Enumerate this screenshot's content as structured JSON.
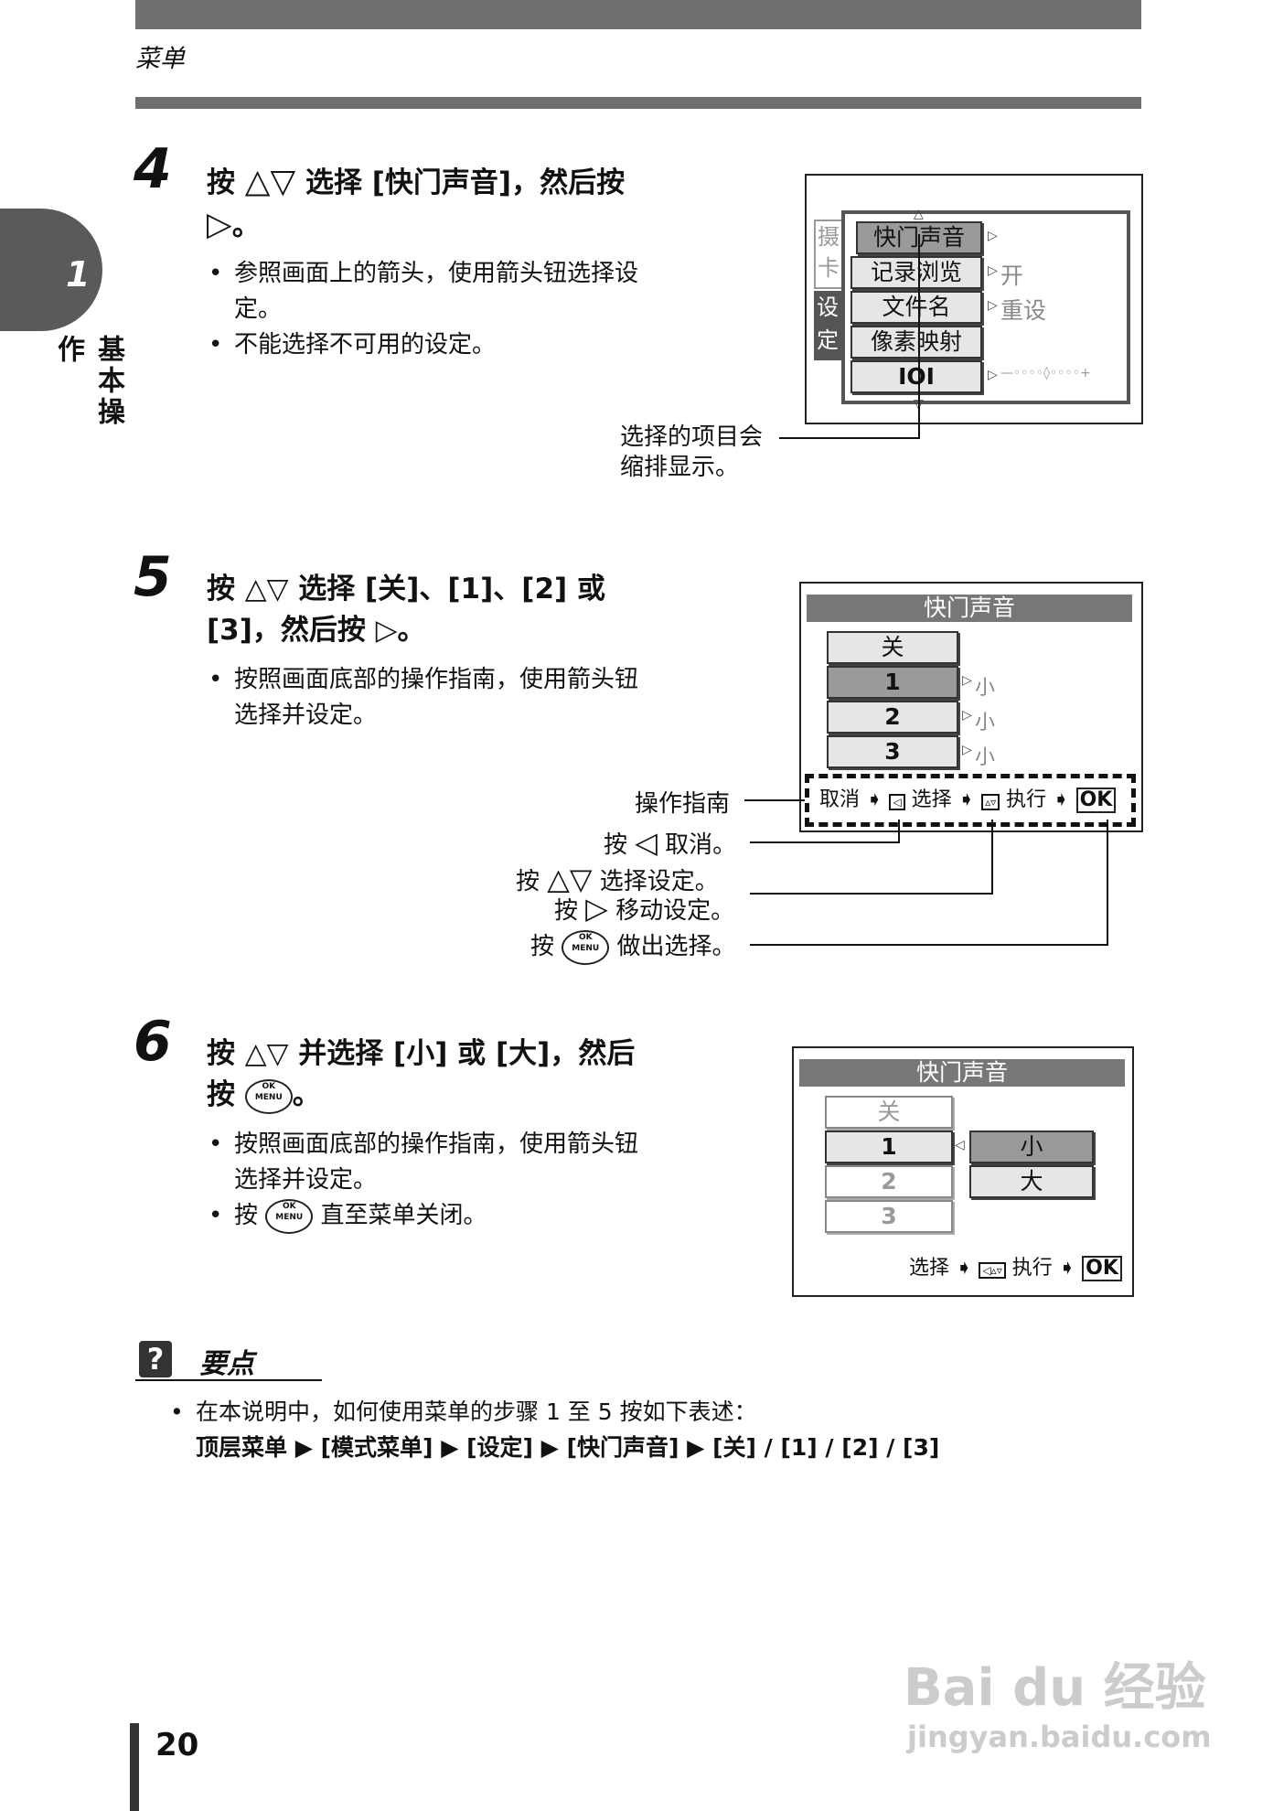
{
  "header": {
    "title": "菜单"
  },
  "side": {
    "chapter_number": "1",
    "chapter_label": "基本操作"
  },
  "step4": {
    "number": "4",
    "title_prefix": "按",
    "arrows": "△▽",
    "title_line1": "选择 [快门声音]，然后按",
    "title_line2_arrow": "▷",
    "title_line2_end": "。",
    "bullets": [
      "参照画面上的箭头，使用箭头钮选择设",
      "定。",
      "不能选择不可用的设定。"
    ],
    "screen": {
      "side_tabs": [
        "摄",
        "卡",
        "设",
        "定"
      ],
      "items": [
        "快门声音",
        "记录浏览",
        "文件名",
        "像素映射",
        "IOI"
      ],
      "values": [
        "",
        "开",
        "重设",
        "",
        "—◦◦◦◦◊◦◦◦◦+"
      ]
    },
    "callout_line1": "选择的项目会",
    "callout_line2": "缩排显示。"
  },
  "step5": {
    "number": "5",
    "title_line1": "按 △▽ 选择 [关]、[1]、[2] 或",
    "title_line2": "[3]，然后按 ▷。",
    "bullets": [
      "按照画面底部的操作指南，使用箭头钮",
      "选择并设定。"
    ],
    "screen": {
      "title": "快门声音",
      "items": [
        "关",
        "1",
        "2",
        "3"
      ],
      "values": [
        "",
        "小",
        "小",
        "小"
      ],
      "guide_cancel": "取消",
      "guide_select": "选择",
      "guide_exec": "执行",
      "guide_ok": "OK"
    },
    "callouts": {
      "guide": "操作指南",
      "cancel_a": "按",
      "cancel_b": "取消。",
      "select_a": "按",
      "select_b": "选择设定。",
      "move_a": "按",
      "move_b": "移动设定。",
      "ok_a": "按",
      "ok_b": "做出选择。"
    }
  },
  "step6": {
    "number": "6",
    "title_line1": "按 △▽ 并选择 [小] 或 [大]，然后",
    "title_line2_a": "按",
    "title_line2_b": "。",
    "bullets": [
      "按照画面底部的操作指南，使用箭头钮",
      "选择并设定。"
    ],
    "bullet2_a": "按",
    "bullet2_b": "直至菜单关闭。",
    "screen": {
      "title": "快门声音",
      "items": [
        "关",
        "1",
        "2",
        "3"
      ],
      "options": [
        "小",
        "大"
      ],
      "guide_select": "选择",
      "guide_exec": "执行",
      "guide_ok": "OK"
    }
  },
  "ok_icon": {
    "top": "OK",
    "bottom": "MENU"
  },
  "tips": {
    "heading": "要点",
    "line1": "在本说明中，如何使用菜单的步骤 1 至 5 按如下表述：",
    "line2": "顶层菜单 ▶ [模式菜单] ▶ [设定] ▶ [快门声音] ▶ [关] / [1] / [2] / [3]"
  },
  "footer": {
    "page_number": "20"
  },
  "watermark": {
    "line1": "Bai du 经验",
    "line2": "jingyan.baidu.com"
  }
}
